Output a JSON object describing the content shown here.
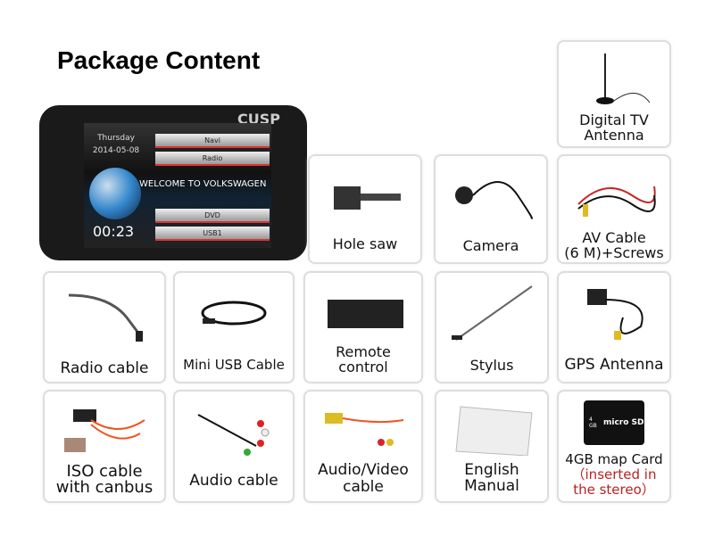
{
  "title": "Package Content",
  "head_unit": {
    "watermark": "CUSP",
    "day": "Thursday",
    "date": "2014-05-08",
    "time": "00:23",
    "welcome": "WELCOME TO VOLKSWAGEN",
    "menu": [
      "Navi",
      "Radio",
      "DVD",
      "USB1"
    ]
  },
  "items": [
    {
      "label": "Digital TV",
      "label2": "Antenna"
    },
    {
      "label": "Hole saw"
    },
    {
      "label": "Camera"
    },
    {
      "label": "AV Cable",
      "label2": "(6 M)+Screws"
    },
    {
      "label": "Radio cable"
    },
    {
      "label": "Mini USB Cable"
    },
    {
      "label": "Remote",
      "label2": "control"
    },
    {
      "label": "Stylus"
    },
    {
      "label": "GPS Antenna"
    },
    {
      "label": "ISO cable",
      "label2": "with canbus"
    },
    {
      "label": "Audio cable"
    },
    {
      "label": "Audio/Video",
      "label2": "cable"
    },
    {
      "label": "English",
      "label2": "Manual"
    },
    {
      "label": "4GB map Card",
      "label2": "（inserted in",
      "label3": "the stereo）"
    }
  ],
  "card_text": {
    "brand": "micro SD",
    "size": "4 GB"
  }
}
